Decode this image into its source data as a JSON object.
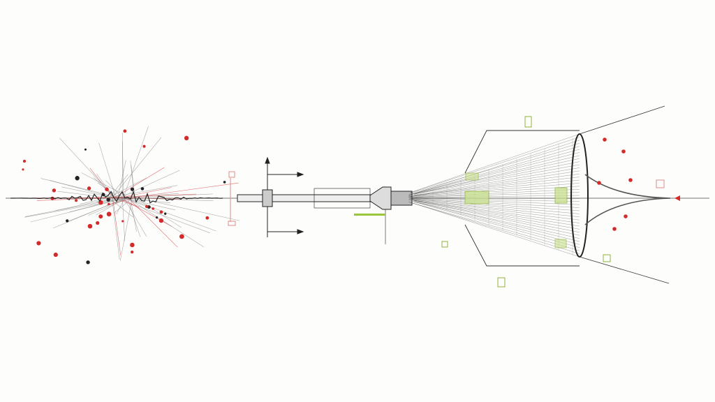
{
  "colors": {
    "background": "#fdfdfc",
    "ink": "#2a2a2a",
    "accent_red": "#d42a2a",
    "accent_green": "#9bc53d",
    "pale_red": "#e08a8a"
  },
  "icons": [
    "red-star-marker",
    "green-square-marker",
    "red-square-marker",
    "arrow-head"
  ]
}
